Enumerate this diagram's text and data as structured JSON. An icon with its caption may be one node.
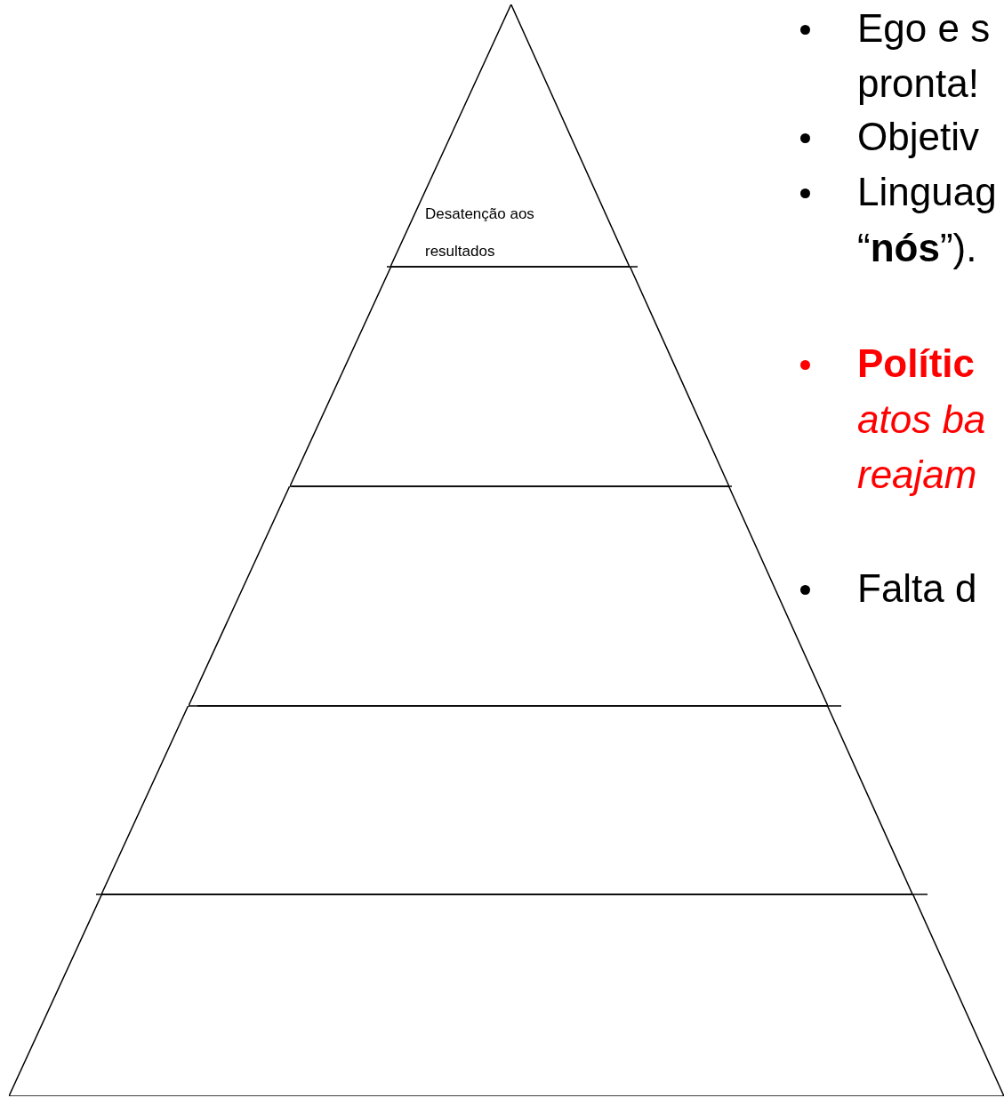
{
  "diagram": {
    "nodes": [
      {
        "text": [
          "Desatenção aos resultados"
        ]
      },
      {
        "text": [],
        "shape": "trapezoid"
      },
      {
        "text": [],
        "shape": "trapezoid"
      },
      {
        "text": [],
        "shape": "trapezoid"
      },
      {
        "text": [],
        "shape": "trapezoid"
      }
    ],
    "labels": [
      "Ego e s",
      "pronta!",
      "Objetiv",
      "Linguag",
      "“**nós**”).",
      "Polític",
      "atos ba",
      "reajam",
      "Falta d"
    ]
  }
}
